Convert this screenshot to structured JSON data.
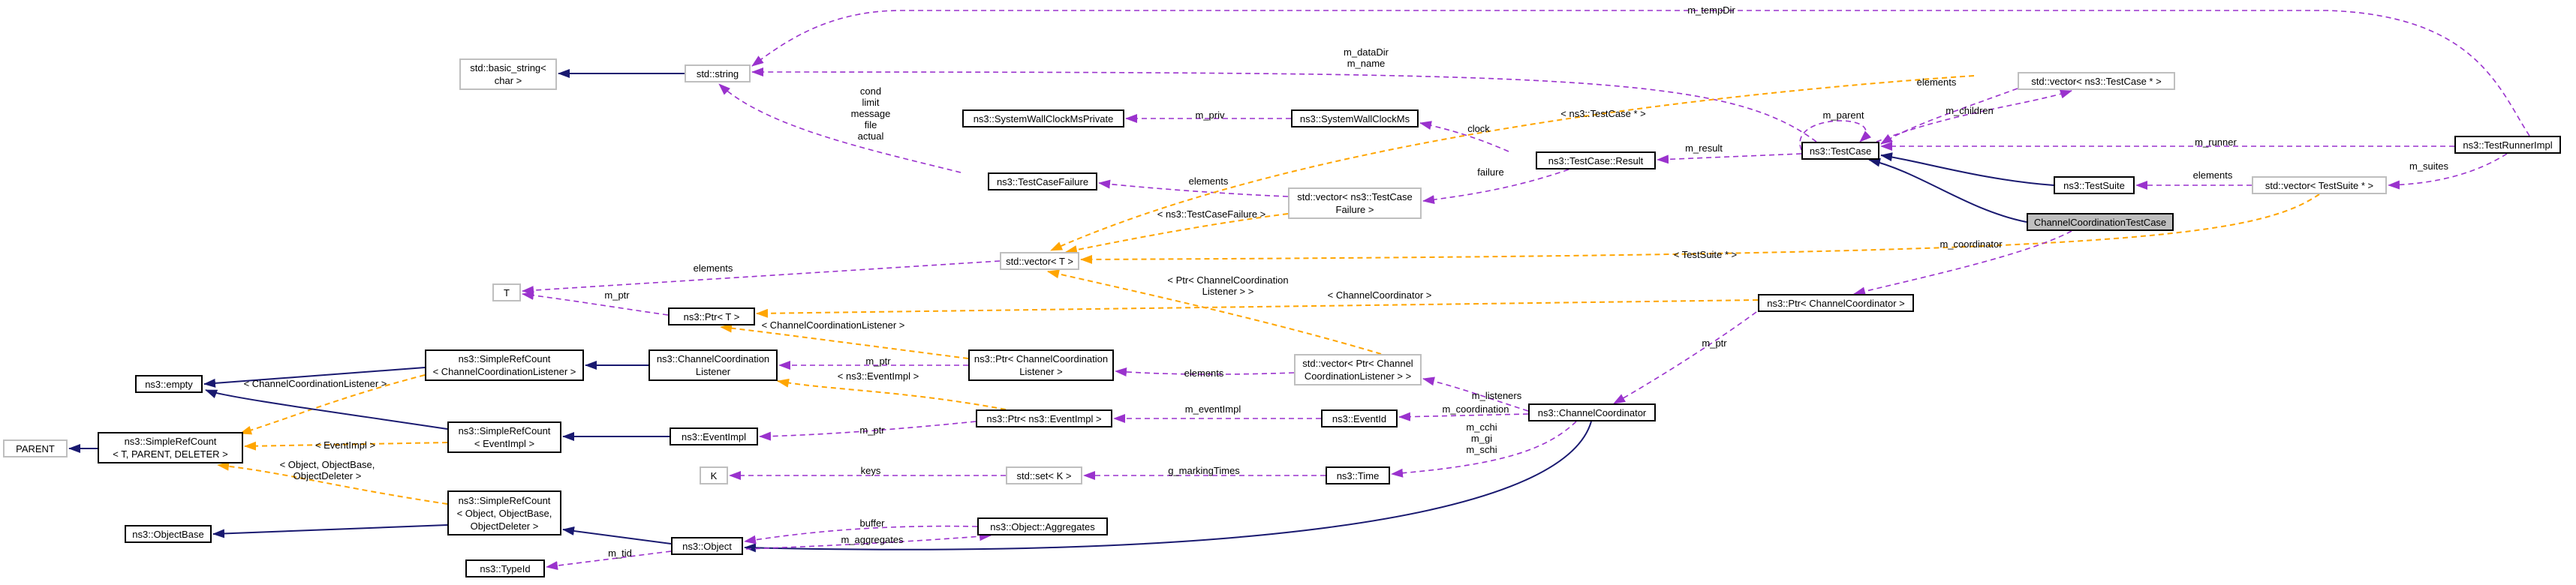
{
  "nodes": {
    "basic_string": [
      "std::basic_string<",
      "char >"
    ],
    "std_string": [
      "std::string"
    ],
    "test_runner_impl": [
      "ns3::TestRunnerImpl"
    ],
    "test_case": [
      "ns3::TestCase"
    ],
    "vector_testcase": [
      "std::vector< ns3::TestCase * >"
    ],
    "wallclock_private": [
      "ns3::SystemWallClockMsPrivate"
    ],
    "wallclock": [
      "ns3::SystemWallClockMs"
    ],
    "test_case_result": [
      "ns3::TestCase::Result"
    ],
    "test_suite": [
      "ns3::TestSuite"
    ],
    "vector_testsuite": [
      "std::vector< TestSuite * >"
    ],
    "channel_coord_testcase": [
      "ChannelCoordinationTestCase"
    ],
    "test_case_failure": [
      "ns3::TestCaseFailure"
    ],
    "vector_failure": [
      "std::vector< ns3::TestCase",
      "Failure >"
    ],
    "vector_t": [
      "std::vector< T >"
    ],
    "t": [
      "T"
    ],
    "ptr_t": [
      "ns3::Ptr< T >"
    ],
    "ptr_channel_coordinator": [
      "ns3::Ptr< ChannelCoordinator >"
    ],
    "empty": [
      "ns3::empty"
    ],
    "src_ccl": [
      "ns3::SimpleRefCount",
      "< ChannelCoordinationListener >"
    ],
    "ccl": [
      "ns3::ChannelCoordination",
      "Listener"
    ],
    "ptr_ccl": [
      "ns3::Ptr< ChannelCoordination",
      "Listener >"
    ],
    "vector_ptr_ccl": [
      "std::vector< Ptr< Channel",
      "CoordinationListener > >"
    ],
    "parent": [
      "PARENT"
    ],
    "src_tpd": [
      "ns3::SimpleRefCount",
      "< T, PARENT, DELETER >"
    ],
    "src_eventimpl": [
      "ns3::SimpleRefCount",
      "< EventImpl >"
    ],
    "eventimpl": [
      "ns3::EventImpl"
    ],
    "ptr_eventimpl": [
      "ns3::Ptr< ns3::EventImpl >"
    ],
    "eventid": [
      "ns3::EventId"
    ],
    "channel_coordinator": [
      "ns3::ChannelCoordinator"
    ],
    "k": [
      "K"
    ],
    "set_k": [
      "std::set< K >"
    ],
    "time": [
      "ns3::Time"
    ],
    "src_object": [
      "ns3::SimpleRefCount",
      "< Object, ObjectBase,",
      "ObjectDeleter >"
    ],
    "object_base": [
      "ns3::ObjectBase"
    ],
    "object": [
      "ns3::Object"
    ],
    "aggregates": [
      "ns3::Object::Aggregates"
    ],
    "typeid": [
      "ns3::TypeId"
    ]
  },
  "edge_labels": {
    "m_tempDir": [
      "m_tempDir"
    ],
    "m_dataDir_name": [
      "m_dataDir",
      "m_name"
    ],
    "cond_etc": [
      "cond",
      "limit",
      "message",
      "file",
      "actual"
    ],
    "tmpl_testcase_ptr": [
      "< ns3::TestCase * >"
    ],
    "elements_testcase": [
      "elements"
    ],
    "m_parent": [
      "m_parent"
    ],
    "m_children": [
      "m_children"
    ],
    "m_priv": [
      "m_priv"
    ],
    "clock": [
      "clock"
    ],
    "m_result": [
      "m_result"
    ],
    "m_runner": [
      "m_runner"
    ],
    "m_suites": [
      "m_suites"
    ],
    "elements_suites": [
      "elements"
    ],
    "failure": [
      "failure"
    ],
    "elements_failure": [
      "elements"
    ],
    "tmpl_failure": [
      "< ns3::TestCaseFailure >"
    ],
    "elements_t": [
      "elements"
    ],
    "tmpl_suite_ptr": [
      "< TestSuite * >"
    ],
    "m_coordinator": [
      "m_coordinator"
    ],
    "m_ptr_t": [
      "m_ptr"
    ],
    "tmpl_ptr_ccl_listener": [
      "< Ptr< ChannelCoordination",
      "Listener > >"
    ],
    "tmpl_channel_coordinator": [
      "< ChannelCoordinator >"
    ],
    "m_ptr_coord": [
      "m_ptr"
    ],
    "tmpl_ccl": [
      "< ChannelCoordinationListener >"
    ],
    "tmpl_ccl2": [
      "< ChannelCoordinationListener >"
    ],
    "m_ptr_ccl": [
      "m_ptr"
    ],
    "tmpl_eventimpl": [
      "< ns3::EventImpl >"
    ],
    "elements_vec_ccl": [
      "elements"
    ],
    "m_listeners": [
      "m_listeners"
    ],
    "m_eventImpl": [
      "m_eventImpl"
    ],
    "m_coordination": [
      "m_coordination"
    ],
    "tmpl_eventimpl2": [
      "< EventImpl >"
    ],
    "m_ptr_eventimpl": [
      "m_ptr"
    ],
    "m_cchi": [
      "m_cchi",
      "m_gi",
      "m_schi"
    ],
    "tmpl_object": [
      "< Object, ObjectBase,",
      "ObjectDeleter >"
    ],
    "keys": [
      "keys"
    ],
    "g_markingTimes": [
      "g_markingTimes"
    ],
    "buffer": [
      "buffer"
    ],
    "m_aggregates": [
      "m_aggregates"
    ],
    "m_tid": [
      "m_tid"
    ]
  },
  "colors": {
    "inheritance": "#191970",
    "usage": "#9a32cd",
    "template": "#ffa500",
    "node_border": "#000000",
    "node_border_external": "#bfbfbf",
    "highlight_fill": "#bfbfbf"
  }
}
